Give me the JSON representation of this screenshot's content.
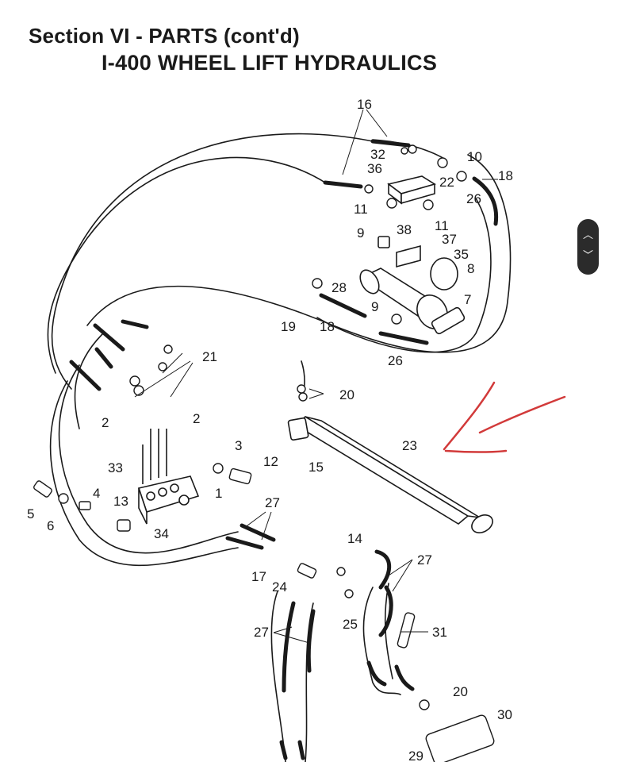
{
  "header": {
    "section_title": "Section VI - PARTS (cont'd)",
    "diagram_title": "I-400 WHEEL LIFT HYDRAULICS"
  },
  "callouts": {
    "c16": "16",
    "c32": "32",
    "c36": "36",
    "c10": "10",
    "c18a": "18",
    "c22": "22",
    "c26a": "26",
    "c11a": "11",
    "c11b": "11",
    "c9a": "9",
    "c38": "38",
    "c37": "37",
    "c35": "35",
    "c8": "8",
    "c28": "28",
    "c7": "7",
    "c9b": "9",
    "c18b": "18",
    "c19": "19",
    "c26b": "26",
    "c21": "21",
    "c20a": "20",
    "c2a": "2",
    "c2b": "2",
    "c23": "23",
    "c15": "15",
    "c3": "3",
    "c12": "12",
    "c33": "33",
    "c1": "1",
    "c4": "4",
    "c5": "5",
    "c6": "6",
    "c13": "13",
    "c27a": "27",
    "c34": "34",
    "c14": "14",
    "c27b": "27",
    "c17": "17",
    "c24": "24",
    "c25": "25",
    "c27c": "27",
    "c31": "31",
    "c20b": "20",
    "c30": "30",
    "c29": "29"
  },
  "annotation": {
    "arrow_color": "#d23a3a"
  },
  "scroll_control": {
    "up_icon": "chevron-up-icon",
    "down_icon": "chevron-down-icon"
  }
}
